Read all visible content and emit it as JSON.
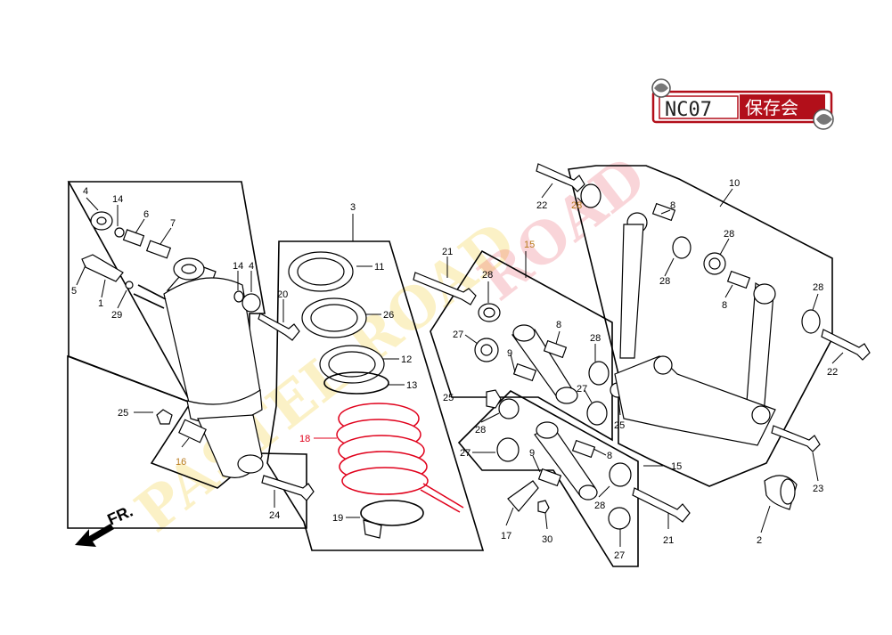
{
  "logo": {
    "code": "NC07",
    "club": "保存会"
  },
  "direction": {
    "label": "FR."
  },
  "watermark": {
    "text": "PASTEL ROAD"
  },
  "part_labels": [
    {
      "id": "p4a",
      "text": "4"
    },
    {
      "id": "p14a",
      "text": "14"
    },
    {
      "id": "p6",
      "text": "6"
    },
    {
      "id": "p7",
      "text": "7"
    },
    {
      "id": "p5",
      "text": "5"
    },
    {
      "id": "p1",
      "text": "1"
    },
    {
      "id": "p29",
      "text": "29"
    },
    {
      "id": "p14b",
      "text": "14"
    },
    {
      "id": "p4b",
      "text": "4"
    },
    {
      "id": "p20",
      "text": "20"
    },
    {
      "id": "p3",
      "text": "3"
    },
    {
      "id": "p11",
      "text": "11"
    },
    {
      "id": "p26",
      "text": "26"
    },
    {
      "id": "p12",
      "text": "12"
    },
    {
      "id": "p13",
      "text": "13"
    },
    {
      "id": "p18",
      "text": "18"
    },
    {
      "id": "p19",
      "text": "19"
    },
    {
      "id": "p25a",
      "text": "25"
    },
    {
      "id": "p16",
      "text": "16"
    },
    {
      "id": "p24",
      "text": "24"
    },
    {
      "id": "p21a",
      "text": "21"
    },
    {
      "id": "p15a",
      "text": "15"
    },
    {
      "id": "p28a",
      "text": "28"
    },
    {
      "id": "p27a",
      "text": "27"
    },
    {
      "id": "p8a",
      "text": "8"
    },
    {
      "id": "p9a",
      "text": "9"
    },
    {
      "id": "p28b",
      "text": "28"
    },
    {
      "id": "p27b",
      "text": "27"
    },
    {
      "id": "p25b",
      "text": "25"
    },
    {
      "id": "p25c",
      "text": "25"
    },
    {
      "id": "p28c",
      "text": "28"
    },
    {
      "id": "p27c",
      "text": "27"
    },
    {
      "id": "p9b",
      "text": "9"
    },
    {
      "id": "p8b",
      "text": "8"
    },
    {
      "id": "p15b",
      "text": "15"
    },
    {
      "id": "p17",
      "text": "17"
    },
    {
      "id": "p30",
      "text": "30"
    },
    {
      "id": "p28d",
      "text": "28"
    },
    {
      "id": "p27d",
      "text": "27"
    },
    {
      "id": "p21b",
      "text": "21"
    },
    {
      "id": "p22a",
      "text": "22"
    },
    {
      "id": "p28e",
      "text": "28"
    },
    {
      "id": "p10",
      "text": "10"
    },
    {
      "id": "p8c",
      "text": "8"
    },
    {
      "id": "p28f",
      "text": "28"
    },
    {
      "id": "p28g",
      "text": "28"
    },
    {
      "id": "p8d",
      "text": "8"
    },
    {
      "id": "p28h",
      "text": "28"
    },
    {
      "id": "p22b",
      "text": "22"
    },
    {
      "id": "p23",
      "text": "23"
    },
    {
      "id": "p2",
      "text": "2"
    }
  ]
}
